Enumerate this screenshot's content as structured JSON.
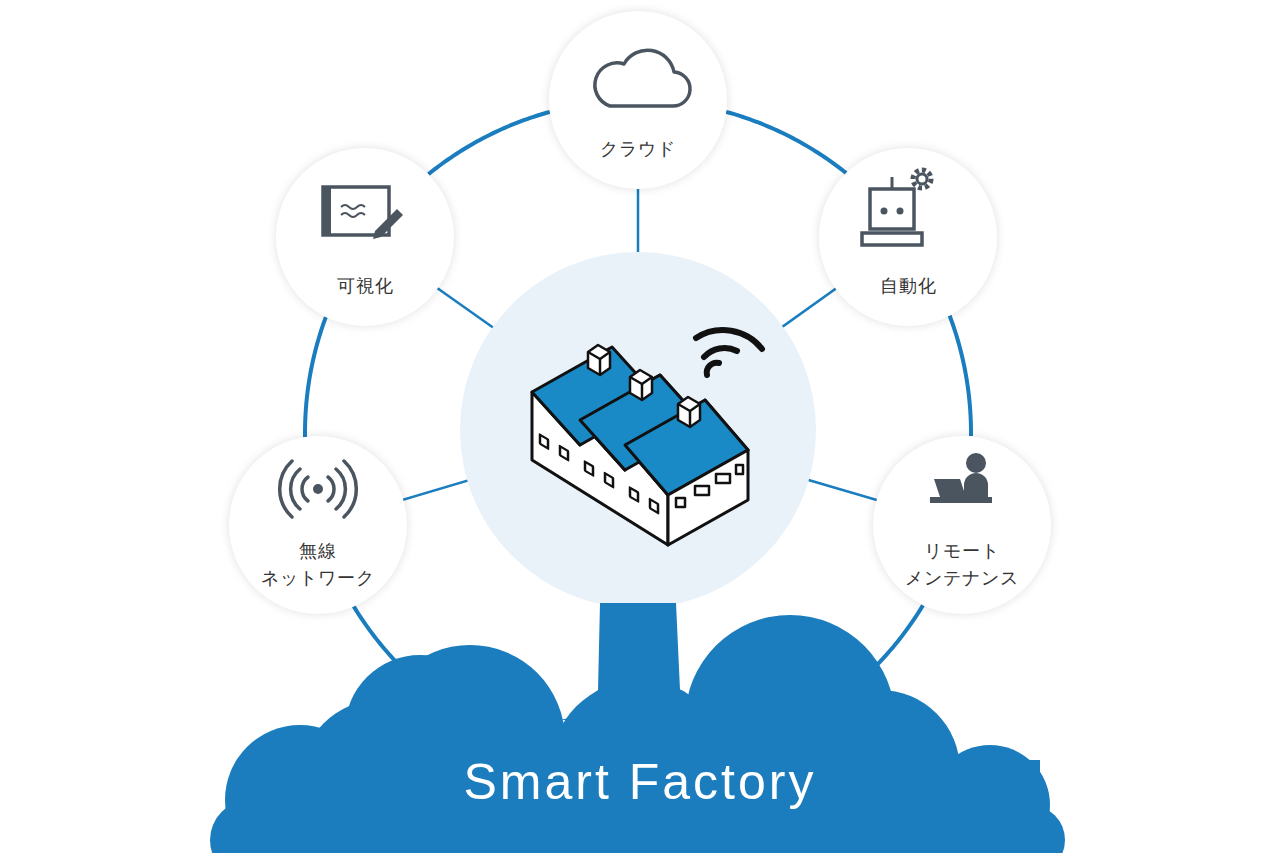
{
  "diagram": {
    "nodes": [
      {
        "text": [
          "クラウド"
        ]
      },
      {
        "text": [
          "可視化"
        ]
      },
      {
        "text": [
          "自動化"
        ]
      },
      {
        "text": [
          "無線 ネットワーク"
        ]
      },
      {
        "text": [
          "リモート メンテナンス"
        ]
      },
      {
        "text": [
          "Smart Factory"
        ]
      }
    ],
    "edges": [
      {
        "from": 1,
        "to": 0,
        "arrow": "none"
      },
      {
        "from": 0,
        "to": 2,
        "arrow": "none"
      },
      {
        "from": 2,
        "to": 4,
        "arrow": "none"
      },
      {
        "from": 4,
        "to": 5,
        "arrow": "none"
      },
      {
        "from": 5,
        "to": 3,
        "arrow": "none"
      },
      {
        "from": 3,
        "to": 1,
        "arrow": "none"
      }
    ]
  }
}
